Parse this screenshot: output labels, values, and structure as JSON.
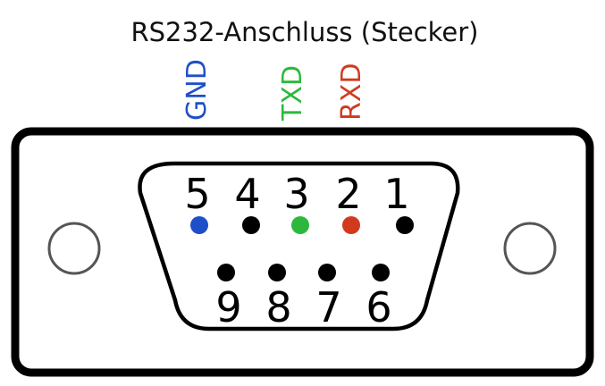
{
  "title": "RS232-Anschluss (Stecker)",
  "signals": {
    "gnd": {
      "label": "GND",
      "color": "#1f4fc8"
    },
    "txd": {
      "label": "TXD",
      "color": "#2db83d"
    },
    "rxd": {
      "label": "RXD",
      "color": "#d23a1f"
    }
  },
  "pins_top": [
    "5",
    "4",
    "3",
    "2",
    "1"
  ],
  "pins_bottom": [
    "9",
    "8",
    "7",
    "6"
  ],
  "colors": {
    "outline": "#000000",
    "screw_hole": "#555555",
    "default_pin": "#000000"
  }
}
